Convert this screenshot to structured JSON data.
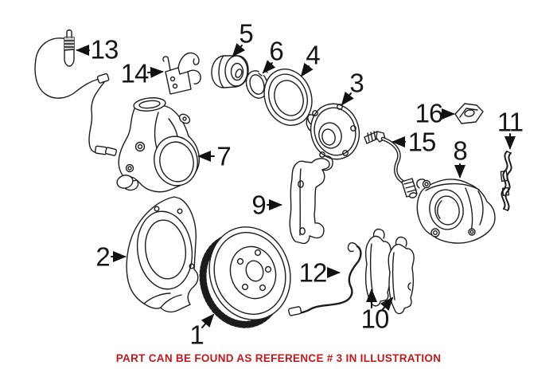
{
  "colors": {
    "line": "#1c1c1c",
    "note_red": "#c2181c",
    "background": "#ffffff"
  },
  "note": {
    "text": "PART CAN BE FOUND AS REFERENCE # 3 IN ILLUSTRATION"
  },
  "callouts": [
    {
      "label": "1",
      "part": "brake-disc"
    },
    {
      "label": "2",
      "part": "splash-shield"
    },
    {
      "label": "3",
      "part": "wheel-hub"
    },
    {
      "label": "4",
      "part": "seal-ring"
    },
    {
      "label": "5",
      "part": "wheel-bearing"
    },
    {
      "label": "6",
      "part": "snap-ring"
    },
    {
      "label": "7",
      "part": "steering-knuckle"
    },
    {
      "label": "8",
      "part": "brake-caliper"
    },
    {
      "label": "9",
      "part": "caliper-carrier"
    },
    {
      "label": "10",
      "part": "brake-pads"
    },
    {
      "label": "11",
      "part": "anti-rattle-clip"
    },
    {
      "label": "12",
      "part": "pad-wear-sensor"
    },
    {
      "label": "13",
      "part": "abs-sensor-cable"
    },
    {
      "label": "14",
      "part": "retainer-bracket"
    },
    {
      "label": "15",
      "part": "brake-hose"
    },
    {
      "label": "16",
      "part": "retaining-clip"
    }
  ]
}
